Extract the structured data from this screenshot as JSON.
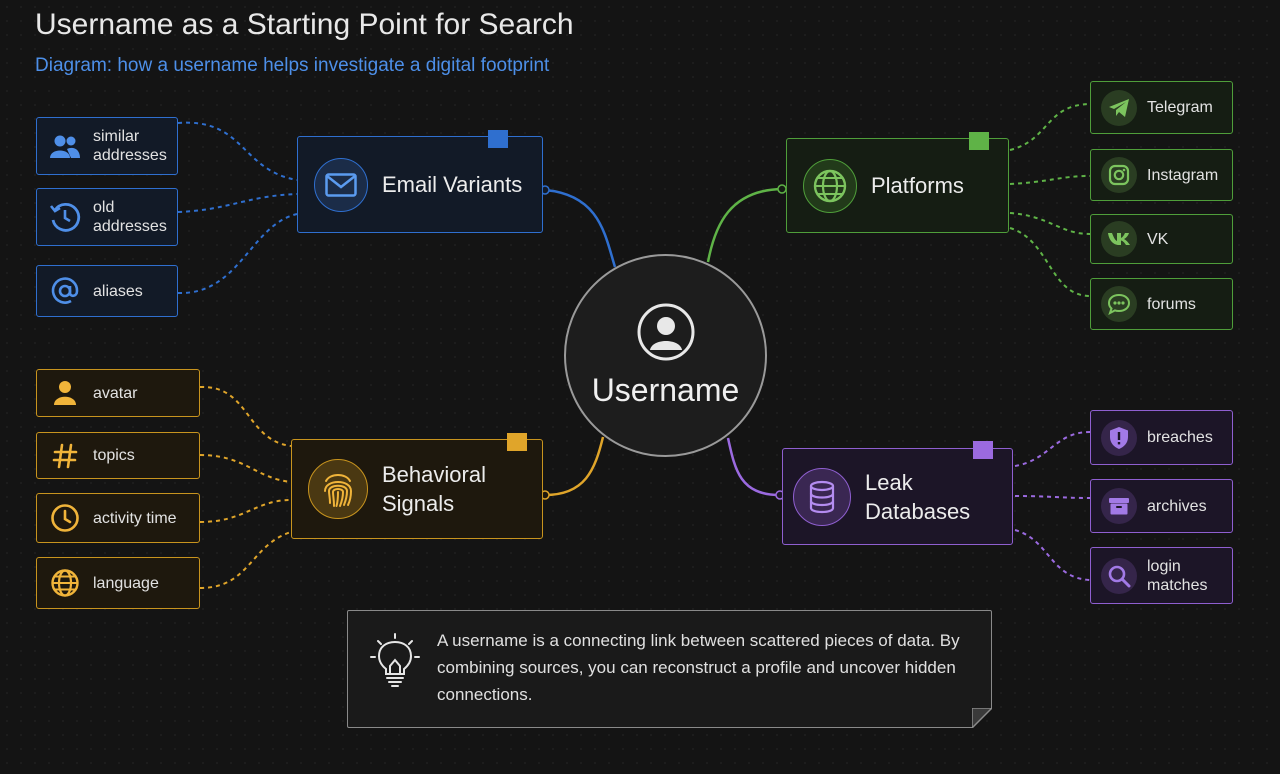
{
  "header": {
    "title": "Username as a Starting Point for Search",
    "subtitle": "Diagram: how a username helps investigate a digital footprint"
  },
  "center": {
    "label": "Username",
    "icon": "user-icon"
  },
  "colors": {
    "blue": "#2f6fcf",
    "green": "#5fb347",
    "yellow": "#e0a52a",
    "purple": "#9b6ae0",
    "background": "#141414"
  },
  "branches": {
    "email": {
      "label": "Email Variants",
      "icon": "envelope-icon",
      "leaves": [
        {
          "label": "similar addresses",
          "icon": "users-icon"
        },
        {
          "label": "old addresses",
          "icon": "history-icon"
        },
        {
          "label": "aliases",
          "icon": "at-sign-icon"
        }
      ]
    },
    "platforms": {
      "label": "Platforms",
      "icon": "globe-icon",
      "leaves": [
        {
          "label": "Telegram",
          "icon": "telegram-icon"
        },
        {
          "label": "Instagram",
          "icon": "instagram-icon"
        },
        {
          "label": "VK",
          "icon": "vk-icon"
        },
        {
          "label": "forums",
          "icon": "chat-bubble-icon"
        }
      ]
    },
    "behavioral": {
      "label_line1": "Behavioral",
      "label_line2": "Signals",
      "icon": "fingerprint-icon",
      "leaves": [
        {
          "label": "avatar",
          "icon": "person-icon"
        },
        {
          "label": "topics",
          "icon": "hashtag-icon"
        },
        {
          "label": "activity time",
          "icon": "clock-icon"
        },
        {
          "label": "language",
          "icon": "globe-icon"
        }
      ]
    },
    "leak": {
      "label_line1": "Leak",
      "label_line2": "Databases",
      "icon": "database-icon",
      "leaves": [
        {
          "label": "breaches",
          "icon": "shield-alert-icon"
        },
        {
          "label": "archives",
          "icon": "archive-box-icon"
        },
        {
          "label": "login matches",
          "icon": "magnifier-icon"
        }
      ]
    }
  },
  "note": {
    "text": "A username is a connecting link between scattered pieces of data. By combining sources, you can reconstruct a profile and uncover hidden connections.",
    "icon": "lightbulb-icon"
  }
}
